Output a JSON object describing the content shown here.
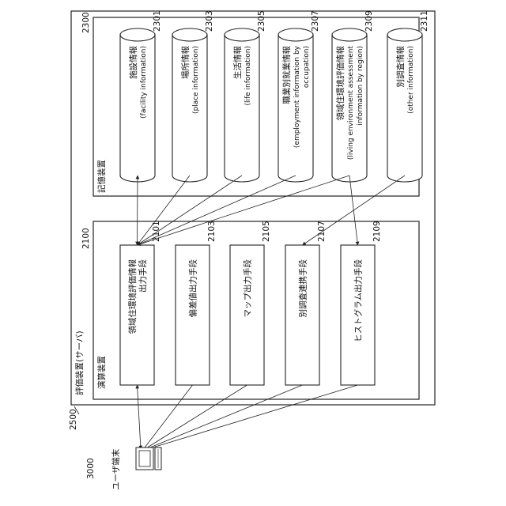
{
  "server": {
    "ref": "2500",
    "label": "評価装置(サーバ)"
  },
  "storage": {
    "ref": "2300",
    "label": "記憶装置",
    "databases": [
      {
        "ref": "2301",
        "jp": "施設情報",
        "en": [
          "(facility information)"
        ]
      },
      {
        "ref": "2303",
        "jp": "場所情報",
        "en": [
          "(place information)"
        ]
      },
      {
        "ref": "2305",
        "jp": "生活情報",
        "en": [
          "(life information)"
        ]
      },
      {
        "ref": "2307",
        "jp": "職業別就業情報",
        "en": [
          "(employment information by",
          "occupation)"
        ]
      },
      {
        "ref": "2309",
        "jp": "領域住環境評価情報",
        "en": [
          "(living environment assessment",
          "information by region)"
        ]
      },
      {
        "ref": "2311",
        "jp": "別調査情報",
        "en": [
          "(other information)"
        ]
      }
    ]
  },
  "compute": {
    "ref": "2100",
    "label": "演算装置",
    "modules": [
      {
        "ref": "2101",
        "lines": [
          "領域住環境評価情報",
          "出力手段"
        ]
      },
      {
        "ref": "2103",
        "lines": [
          "偏差値出力手段"
        ]
      },
      {
        "ref": "2105",
        "lines": [
          "マップ出力手段"
        ]
      },
      {
        "ref": "2107",
        "lines": [
          "別調査連携手段"
        ]
      },
      {
        "ref": "2109",
        "lines": [
          "ヒストグラム出力手段"
        ]
      }
    ]
  },
  "terminal": {
    "ref": "3000",
    "label": "ユーザ端末"
  }
}
